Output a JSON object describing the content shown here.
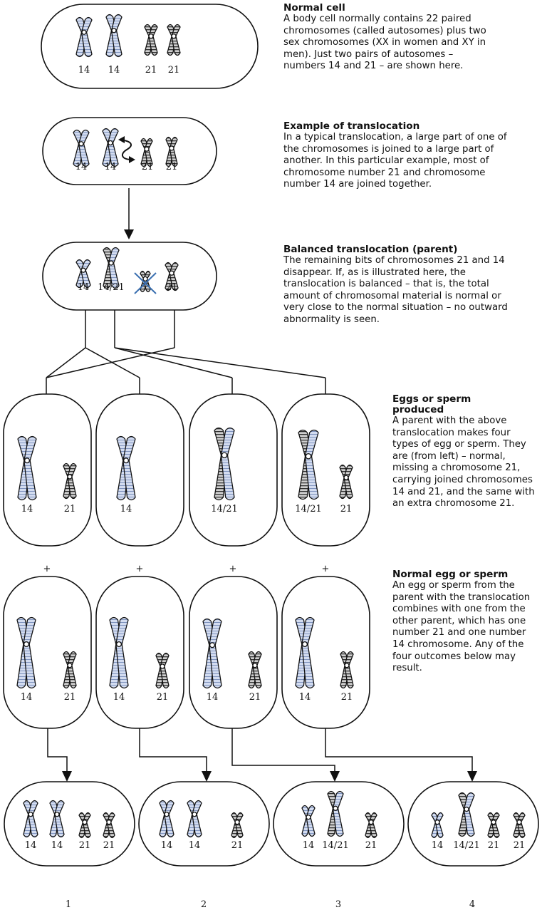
{
  "sections": [
    {
      "heading": "Normal cell",
      "body": "A body cell normally contains 22 paired chromosomes (called autosomes) plus two sex chromosomes (XX in women and XY in men). Just two pairs of autosomes – numbers 14 and 21 – are shown here."
    },
    {
      "heading": "Example of translocation",
      "body": "In a typical translocation, a large part of one of the chromosomes is joined to a large part of another. In this particular example, most of chromosome number 21 and chromosome number 14 are joined together."
    },
    {
      "heading": "Balanced translocation (parent)",
      "body": "The remaining bits of chromosomes 21 and 14 disappear. If, as is illustrated here, the translocation is balanced – that is, the total amount of chromosomal material is normal or very close to the normal situation – no outward abnormality is seen."
    },
    {
      "heading": "Eggs or sperm produced",
      "body": "A parent with the above translocation makes four types of egg or sperm. They are (from left) – normal, missing a chromosome 21, carrying joined chromosomes 14 and 21, and the same with an extra chromosome 21."
    },
    {
      "heading": "Normal egg or sperm",
      "body": "An egg or sperm from the parent with the translocation combines with one from the other parent, which has one number 21 and one number 14 chromosome. Any of the four outcomes below may result."
    }
  ],
  "cells": {
    "normal": [
      "14",
      "14",
      "21",
      "21"
    ],
    "translocation": [
      "14",
      "14",
      "21",
      "21"
    ],
    "balanced": [
      "14",
      "14/21",
      "21"
    ]
  },
  "gametes": [
    [
      "14",
      "21"
    ],
    [
      "14"
    ],
    [
      "14/21"
    ],
    [
      "14/21",
      "21"
    ]
  ],
  "plus_sign": "+",
  "other_gametes": [
    [
      "14",
      "21"
    ],
    [
      "14",
      "21"
    ],
    [
      "14",
      "21"
    ],
    [
      "14",
      "21"
    ]
  ],
  "outcomes": [
    {
      "labels": [
        "14",
        "14",
        "21",
        "21"
      ],
      "number": "1"
    },
    {
      "labels": [
        "14",
        "14",
        "21"
      ],
      "number": "2"
    },
    {
      "labels": [
        "14",
        "14/21",
        "21"
      ],
      "number": "3"
    },
    {
      "labels": [
        "14",
        "14/21",
        "21",
        "21"
      ],
      "number": "4"
    }
  ],
  "colors": {
    "chrom14": "#cfd9ee",
    "chrom21": "#c8c8c8",
    "cross": "#3a6fb0",
    "outline": "#111111"
  }
}
